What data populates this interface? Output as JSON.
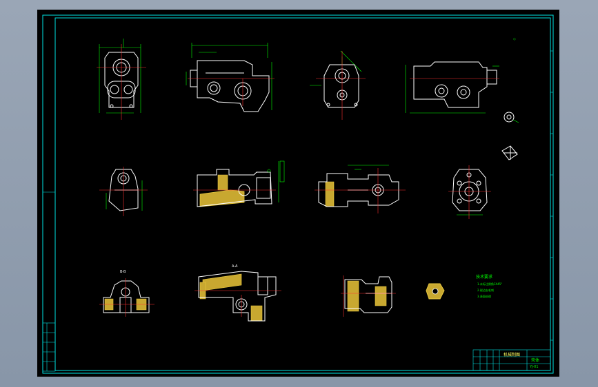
{
  "notes": {
    "title": "技术要求",
    "lines": [
      "1.未标注倒角1X45°",
      "2.锐边去毛刺",
      "3.表面处理"
    ]
  },
  "section_labels": {
    "view_label": "B-B",
    "section_label": "A-A"
  },
  "title_block": {
    "drawing_name": "壳体",
    "drawing_number": "YJ-01",
    "company": "机械制图"
  },
  "colors": {
    "outline": "#ffffff",
    "frame": "#00e5e5",
    "dimension": "#00ff00",
    "centerline": "#ff3030",
    "hatch": "#e8c840",
    "notes": "#00ff00"
  }
}
